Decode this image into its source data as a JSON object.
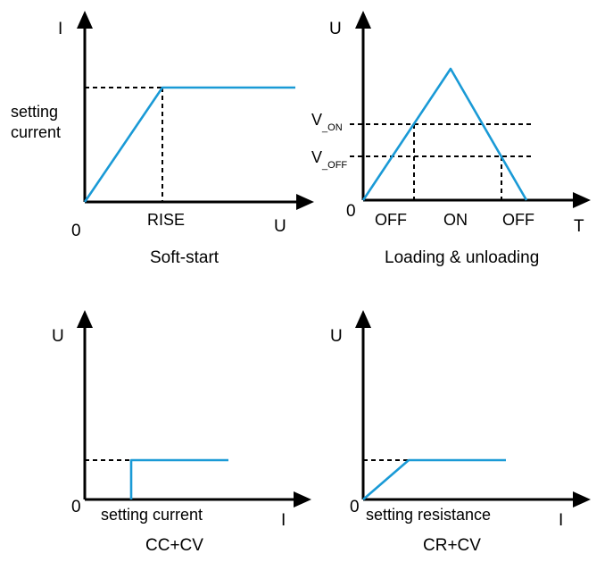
{
  "colors": {
    "curve": "#1a9ad6",
    "axis": "#000000",
    "background": "#ffffff"
  },
  "soft_start": {
    "y_axis": "I",
    "x_axis": "U",
    "origin": "0",
    "y_marker_line1": "setting",
    "y_marker_line2": "current",
    "x_marker": "RISE",
    "caption": "Soft-start"
  },
  "loading": {
    "y_axis": "U",
    "x_axis": "T",
    "origin": "0",
    "v_on_main": "V",
    "v_on_sub": "_ON",
    "v_off_main": "V",
    "v_off_sub": "_OFF",
    "x_mark_1": "OFF",
    "x_mark_2": "ON",
    "x_mark_3": "OFF",
    "caption": "Loading & unloading"
  },
  "cc_cv": {
    "y_axis": "U",
    "x_axis": "I",
    "origin": "0",
    "x_marker": "setting current",
    "caption": "CC+CV"
  },
  "cr_cv": {
    "y_axis": "U",
    "x_axis": "I",
    "origin": "0",
    "x_marker": "setting resistance",
    "caption": "CR+CV"
  }
}
